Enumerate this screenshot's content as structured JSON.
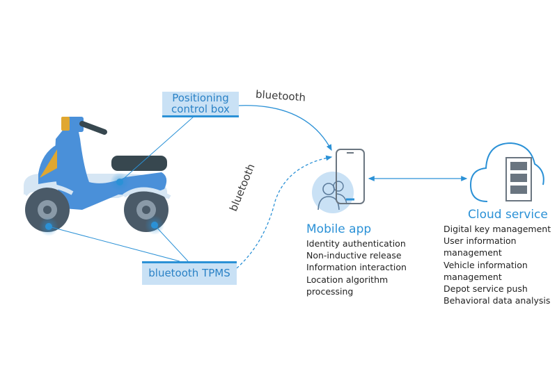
{
  "labels": {
    "positioning": [
      "Positioning",
      "control box"
    ],
    "tpms": "bluetooth TPMS",
    "link_top": "bluetooth",
    "link_diag": "bluetooth"
  },
  "mobile_app": {
    "title": "Mobile app",
    "items": [
      "Identity authentication",
      "Non-inductive release",
      "Information interaction",
      "Location algorithm",
      "processing"
    ]
  },
  "cloud_service": {
    "title": "Cloud service",
    "items": [
      "Digital key management",
      "User information",
      "management",
      "Vehicle information",
      "management",
      "Depot service push",
      "Behavioral data analysis"
    ]
  },
  "colors": {
    "accent": "#2b91d6",
    "label_bg": "#c9e1f5",
    "scooter_body": "#4a90d9",
    "seat": "#37474f",
    "tire": "#4a5a68"
  },
  "icons": [
    "scooter-icon",
    "phone-icon",
    "users-icon",
    "cloud-server-icon",
    "sensor-icon"
  ]
}
